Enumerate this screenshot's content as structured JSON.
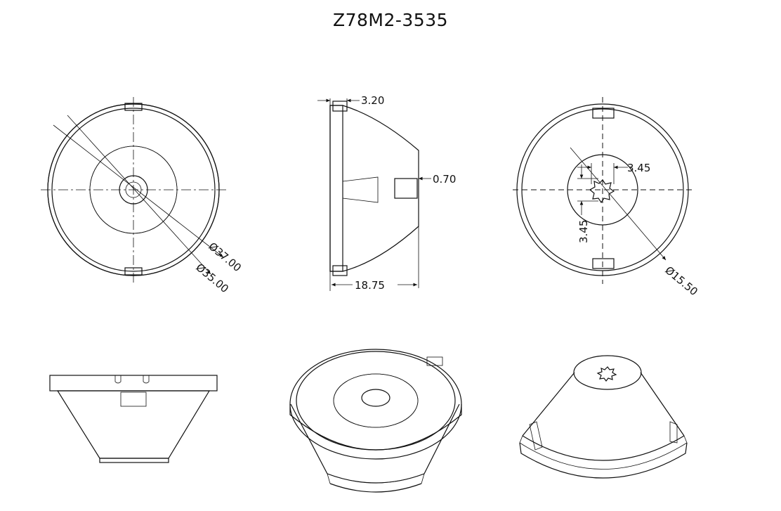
{
  "title": "Z78M2-3535",
  "views": {
    "front": {
      "dims": [
        "Ø37.00",
        "Ø35.00"
      ]
    },
    "section": {
      "dims": [
        "3.20",
        "0.70",
        "18.75"
      ]
    },
    "back": {
      "dims": [
        "3.45",
        "3.45",
        "Ø15.50"
      ]
    },
    "side": {},
    "iso_front": {},
    "iso_back": {}
  }
}
